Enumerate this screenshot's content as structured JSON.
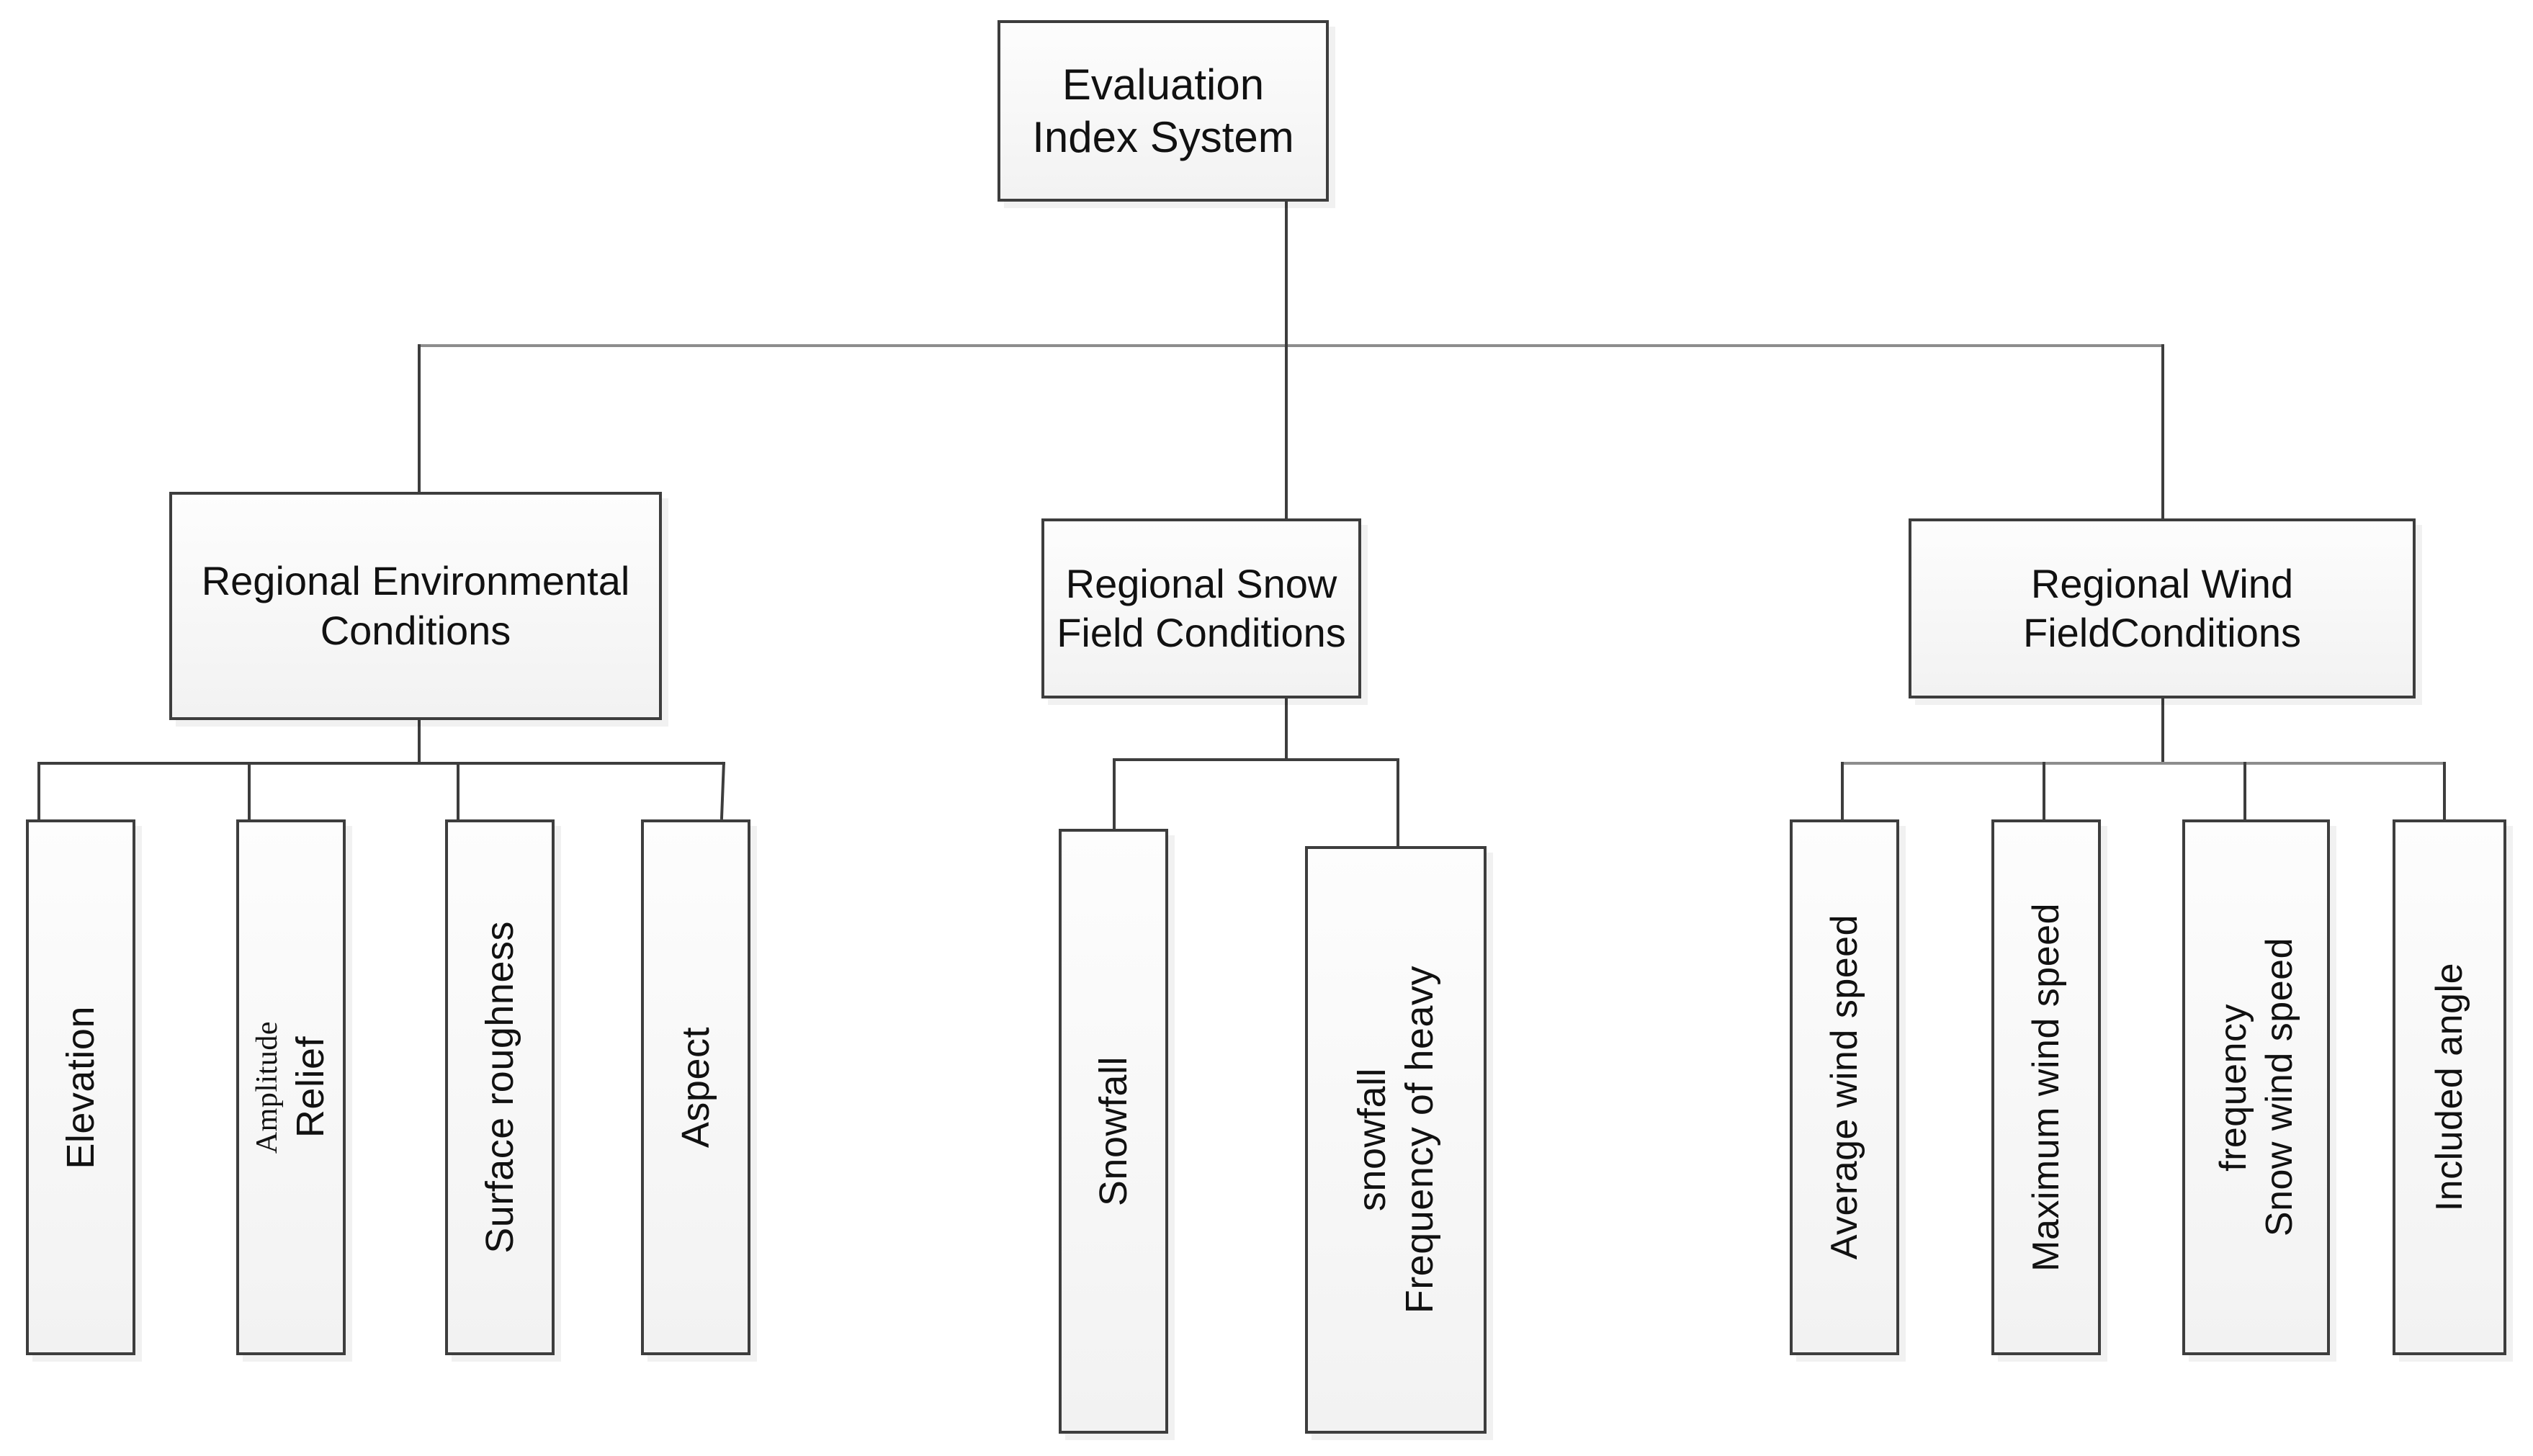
{
  "diagram": {
    "title": "Evaluation Index System hierarchy",
    "root": {
      "label": "Evaluation Index System"
    },
    "branches": [
      {
        "id": "regional-environmental-conditions",
        "label": "Regional Environmental Conditions",
        "leaves": [
          {
            "id": "elevation",
            "label": "Elevation"
          },
          {
            "id": "relief-amplitude",
            "label": "Relief",
            "label2": "Amplitude"
          },
          {
            "id": "surface-roughness",
            "label": "Surface  roughness"
          },
          {
            "id": "aspect",
            "label": "Aspect"
          }
        ]
      },
      {
        "id": "regional-snow-field-conditions",
        "label": "Regional Snow Field Conditions",
        "leaves": [
          {
            "id": "snowfall",
            "label": "Snowfall"
          },
          {
            "id": "frequency-of-heavy-snowfall",
            "label": "Frequency  of  heavy",
            "label2": "snowfall"
          }
        ]
      },
      {
        "id": "regional-wind-field-conditions",
        "label": "Regional Wind FieldConditions",
        "leaves": [
          {
            "id": "average-wind-speed",
            "label": "Average wind speed"
          },
          {
            "id": "maximum-wind-speed",
            "label": "Maximum wind speed"
          },
          {
            "id": "snow-wind-speed-frequency",
            "label": "Snow wind speed",
            "label2": "frequency"
          },
          {
            "id": "included-angle",
            "label": "Included angle"
          }
        ]
      }
    ],
    "colors": {
      "box_border": "#3d3d3d",
      "box_fill_top": "#fdfdfd",
      "box_fill_bottom": "#f2f2f2",
      "connector": "#3d3d3d",
      "text": "#111111",
      "background": "#ffffff"
    }
  }
}
